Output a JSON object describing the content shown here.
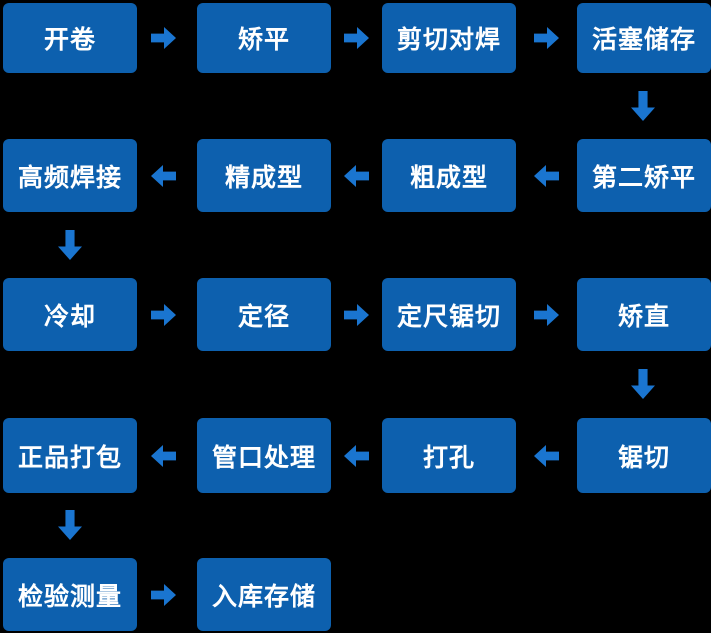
{
  "diagram": {
    "type": "flowchart",
    "background_color": "#000000",
    "node_color": "#0d60ae",
    "arrow_color": "#1a75d0",
    "text_color": "#ffffff",
    "nodes": [
      {
        "label": "开卷"
      },
      {
        "label": "矫平"
      },
      {
        "label": "剪切对焊"
      },
      {
        "label": "活塞储存"
      },
      {
        "label": "第二矫平"
      },
      {
        "label": "粗成型"
      },
      {
        "label": "精成型"
      },
      {
        "label": "高频焊接"
      },
      {
        "label": "冷却"
      },
      {
        "label": "定径"
      },
      {
        "label": "定尺锯切"
      },
      {
        "label": "矫直"
      },
      {
        "label": "锯切"
      },
      {
        "label": "打孔"
      },
      {
        "label": "管口处理"
      },
      {
        "label": "正品打包"
      },
      {
        "label": "检验测量"
      },
      {
        "label": "入库存储"
      }
    ],
    "arrows": [
      {
        "from": "开卷",
        "to": "矫平",
        "direction": "right"
      },
      {
        "from": "矫平",
        "to": "剪切对焊",
        "direction": "right"
      },
      {
        "from": "剪切对焊",
        "to": "活塞储存",
        "direction": "right"
      },
      {
        "from": "活塞储存",
        "to": "第二矫平",
        "direction": "down"
      },
      {
        "from": "第二矫平",
        "to": "粗成型",
        "direction": "left"
      },
      {
        "from": "粗成型",
        "to": "精成型",
        "direction": "left"
      },
      {
        "from": "精成型",
        "to": "高频焊接",
        "direction": "left"
      },
      {
        "from": "高频焊接",
        "to": "冷却",
        "direction": "down"
      },
      {
        "from": "冷却",
        "to": "定径",
        "direction": "right"
      },
      {
        "from": "定径",
        "to": "定尺锯切",
        "direction": "right"
      },
      {
        "from": "定尺锯切",
        "to": "矫直",
        "direction": "right"
      },
      {
        "from": "矫直",
        "to": "锯切",
        "direction": "down"
      },
      {
        "from": "锯切",
        "to": "打孔",
        "direction": "left"
      },
      {
        "from": "打孔",
        "to": "管口处理",
        "direction": "left"
      },
      {
        "from": "管口处理",
        "to": "正品打包",
        "direction": "left"
      },
      {
        "from": "正品打包",
        "to": "检验测量",
        "direction": "down"
      },
      {
        "from": "检验测量",
        "to": "入库存储",
        "direction": "right"
      }
    ]
  }
}
